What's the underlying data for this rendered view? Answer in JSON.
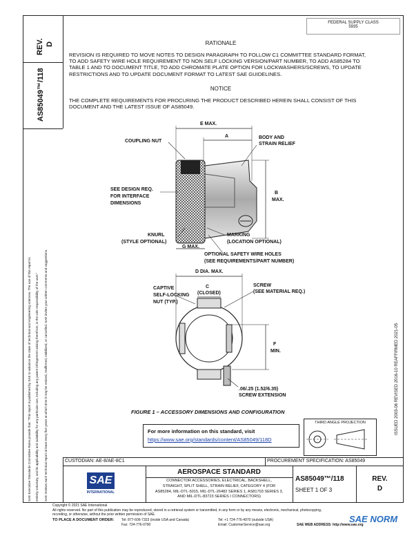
{
  "header": {
    "rev_label": "REV.",
    "rev_value": "D",
    "doc_id": "AS85049™/118",
    "approval_line1": "FEDERAL SUPPLY CLASS",
    "approval_line2": "5935"
  },
  "body": {
    "rationale_title": "RATIONALE",
    "rationale_text": "REVISION IS REQUIRED TO MOVE NOTES TO DESIGN PARAGRAPH TO FOLLOW C1 COMMITTEE STANDARD FORMAT, TO ADD SAFETY WIRE HOLE REQUIREMENT TO NON SELF LOCKING VERSION/PART NUMBER, TO ADD AS85284 TO TABLE 1 AND TO DOCUMENT TITLE, TO ADD CHROMATE PLATE OPTION FOR LOCKWASHERS/SCREWS, TO UPDATE RESTRICTIONS AND TO UPDATE DOCUMENT FORMAT TO LATEST SAE GUIDELINES.",
    "notice_title": "NOTICE",
    "notice_text": "THE COMPLETE REQUIREMENTS FOR PROCURING THE PRODUCT DESCRIBED HEREIN SHALL CONSIST OF THIS DOCUMENT AND THE LATEST ISSUE OF AS85049."
  },
  "figure": {
    "labels": {
      "e_max": "E MAX.",
      "a": "A",
      "coupling_nut": "COUPLING NUT",
      "body_strain_1": "BODY AND",
      "body_strain_2": "STRAIN RELIEF",
      "see_design_1": "SEE DESIGN REQ.",
      "see_design_2": "FOR INTERFACE",
      "see_design_3": "DIMENSIONS",
      "b": "B",
      "b_max": "MAX.",
      "knurl": "KNURL",
      "style_optional": "(STYLE OPTIONAL)",
      "g_max": "G MAX.",
      "marking": "MARKING",
      "location_optional": "(LOCATION OPTIONAL)",
      "safety_1": "OPTIONAL SAFETY WIRE HOLES",
      "safety_2": "(SEE REQUIREMENTS/PART NUMBER)",
      "d_dia": "D DIA. MAX.",
      "captive_1": "CAPTIVE",
      "captive_2": "SELF-LOCKING",
      "captive_3": "NUT (TYP.)",
      "c": "C",
      "closed": "(CLOSED)",
      "screw": "SCREW",
      "see_material": "(SEE MATERIAL REQ.)",
      "f": "F",
      "f_min": "MIN.",
      "screw_ext_1": ".06/.25 (1.52/6.35)",
      "screw_ext_2": "SCREW EXTENSION"
    },
    "caption": "FIGURE 1 – ACCESSORY DIMENSIONS AND CONFIGURATION"
  },
  "info_box": {
    "line1": "For more information on this standard, visit",
    "link": "https://www.sae.org/standards/content/AS85049/118D"
  },
  "projection": {
    "label": "THIRD ANGLE PROJECTION"
  },
  "title_block": {
    "custodian": "CUSTODIAN:  AE-8/AE-8C1",
    "procurement": "PROCUREMENT SPECIFICATION: AS85049",
    "sae_logo": "SAE",
    "sae_sub": "INTERNATIONAL",
    "heading": "AEROSPACE STANDARD",
    "desc_1": "CONNECTOR ACCESSORIES, ELECTRICAL, BACKSHELL,",
    "desc_2": "STRAIGHT, SPLIT SHELL, STRAIN RELIEF, CATEGORY 4 (FOR",
    "desc_3": "AS85284, MIL-DTL-5015, MIL-DTL-26482 SERIES 1, AS81703 SERIES 3,",
    "desc_4": "AND MIL-DTL-83723 SERIES I CONNECTORS)",
    "doc_id": "AS85049™/118",
    "sheet": "SHEET 1 OF 3",
    "rev_label": "REV.",
    "rev_value": "D"
  },
  "left_margin": {
    "line1": "SAE Executive Standards Committee Rules provide that: “This report is published by SAE to advance the state of technical and engineering sciences. The use of this report is",
    "line2": "entirely voluntary, and its applicability and suitability for any particular use, including any patent infringement arising therefrom, is the sole responsibility of the user.”",
    "line3": "SAE reviews each technical report at least every five years at which time it may be revised, reaffirmed, stabilized, or cancelled. SAE invites your written comments and suggestions."
  },
  "right_margin": {
    "text": "ISSUED 2003-06    REVISED 2016-10    REAFFIRMED 2021-05"
  },
  "footer": {
    "copyright": "Copyright © 2021 SAE International",
    "rights": "All rights reserved. No part of this publication may be reproduced, stored in a retrieval system or transmitted, in any form or by any means, electronic, mechanical, photocopying,",
    "rights2": "recording, or otherwise, without the prior written permission of SAE.",
    "order_label": "TO PLACE A DOCUMENT ORDER:",
    "tel": "Tel: 877-606-7323 (inside USA and Canada)",
    "tel2": "Tel: +1 724-776-4970 (outside USA)",
    "fax": "Fax: 724-776-0790",
    "email": "Email: CustomerService@sae.org",
    "web": "SAE WEB ADDRESS: http://www.sae.org",
    "watermark": "SAE NORM"
  }
}
